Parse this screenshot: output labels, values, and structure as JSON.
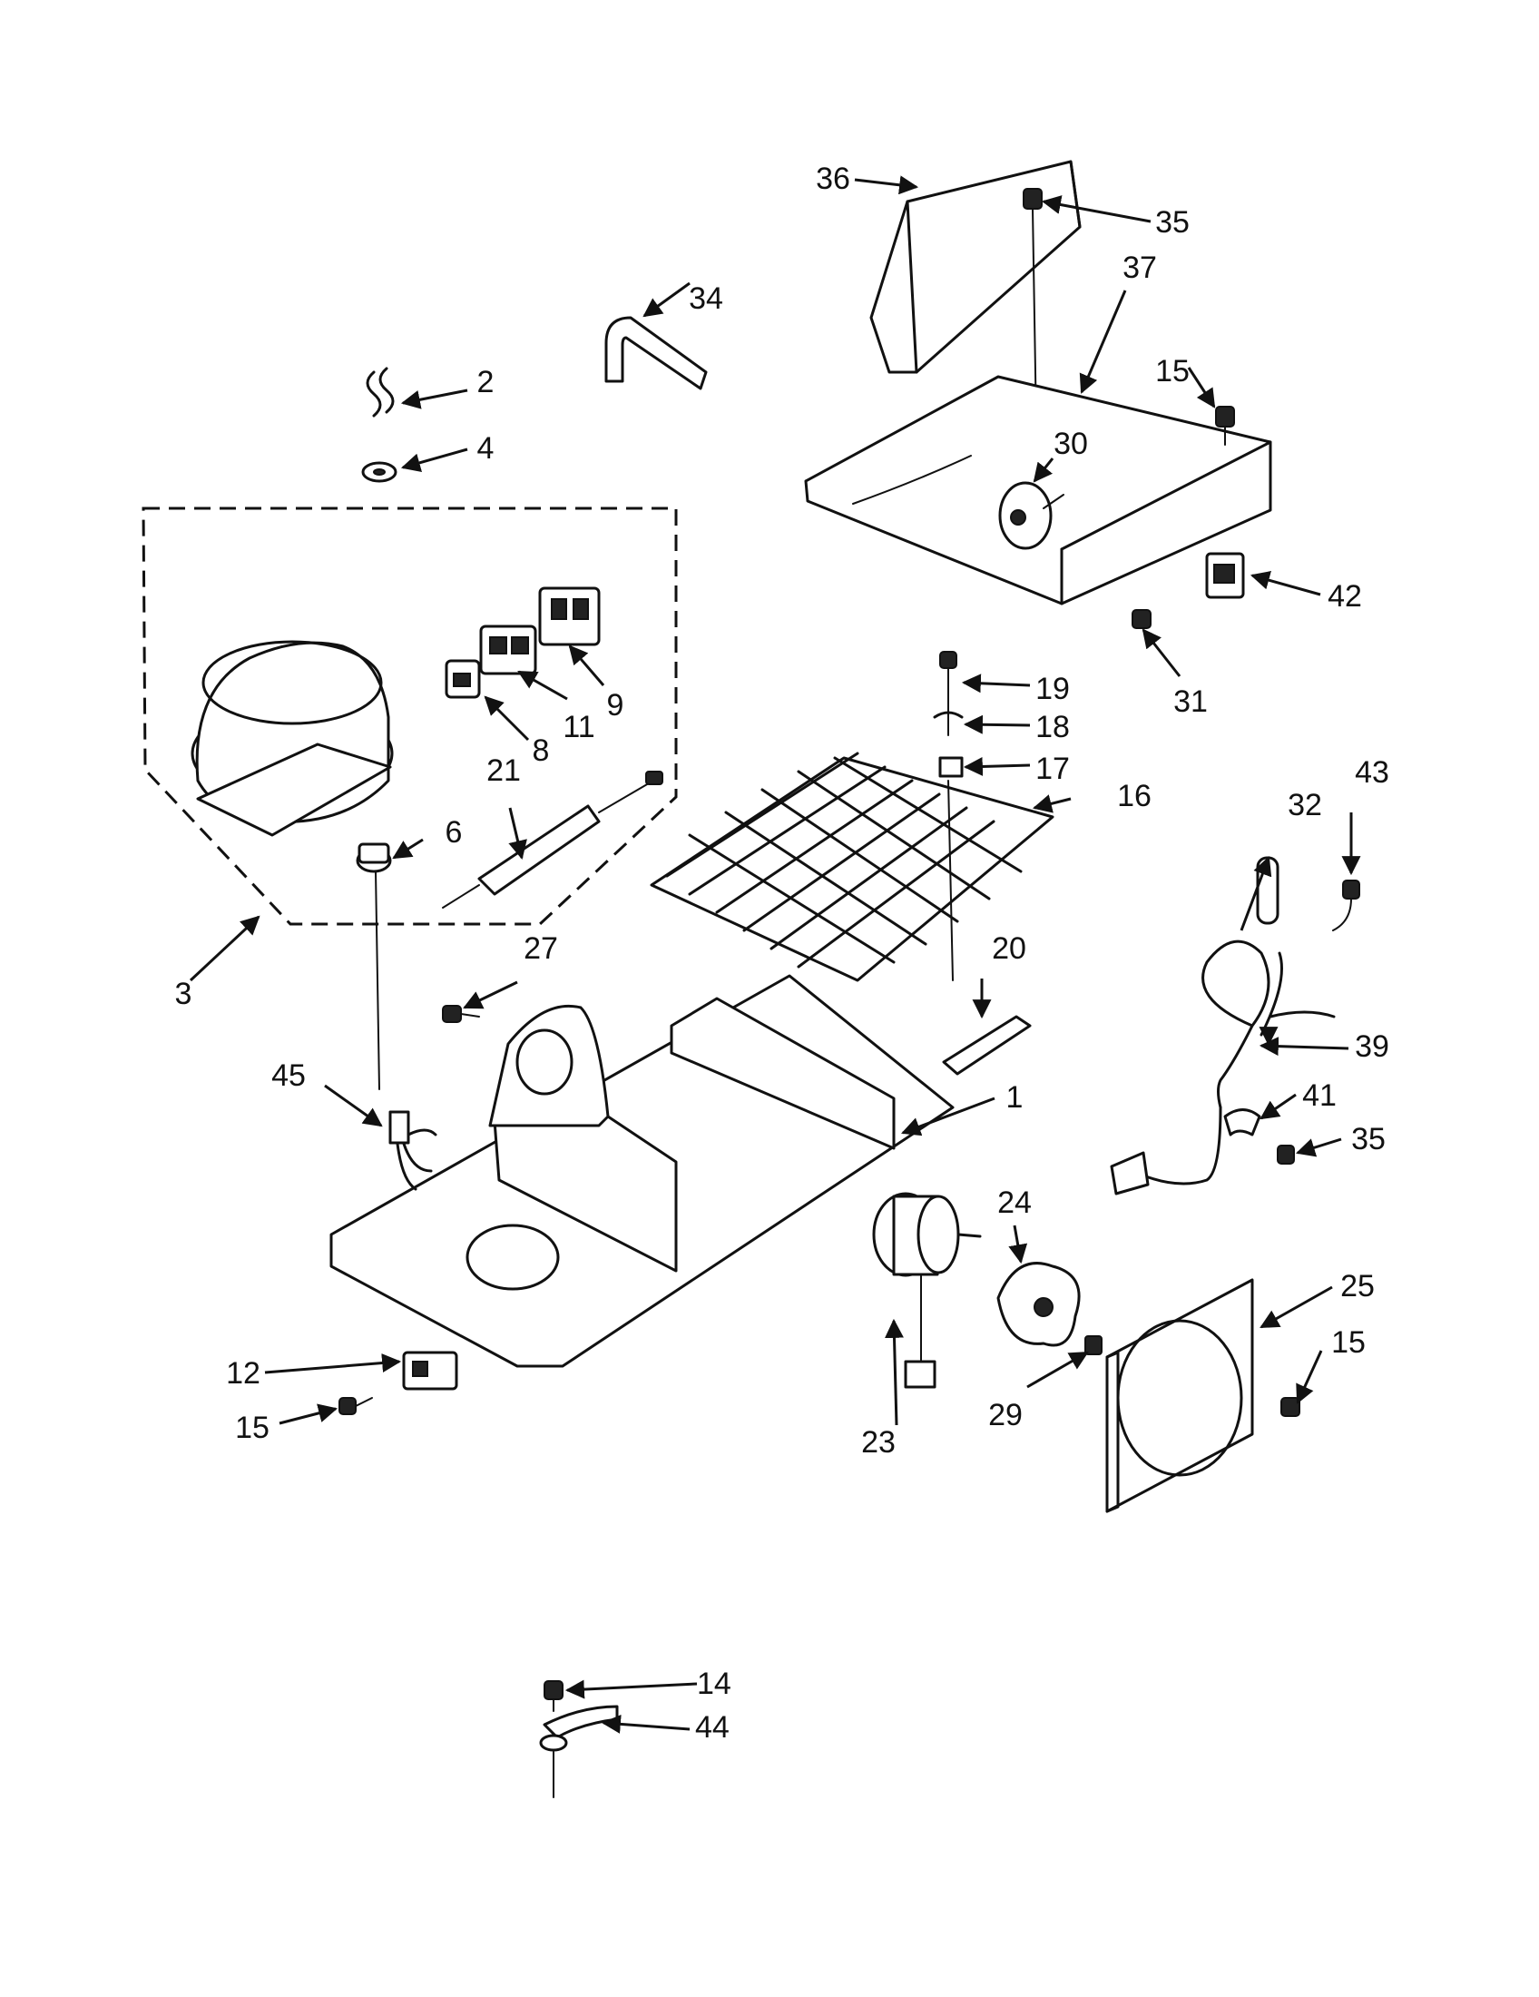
{
  "callouts": {
    "c1": "1",
    "c2": "2",
    "c3": "3",
    "c4": "4",
    "c6": "6",
    "c8": "8",
    "c9": "9",
    "c11": "11",
    "c12": "12",
    "c14": "14",
    "c15a": "15",
    "c15b": "15",
    "c15c": "15",
    "c16": "16",
    "c17": "17",
    "c18": "18",
    "c19": "19",
    "c20": "20",
    "c21": "21",
    "c23": "23",
    "c24": "24",
    "c25": "25",
    "c27": "27",
    "c29": "29",
    "c30": "30",
    "c31": "31",
    "c32": "32",
    "c34": "34",
    "c35a": "35",
    "c35b": "35",
    "c36": "36",
    "c37": "37",
    "c39": "39",
    "c41": "41",
    "c42": "42",
    "c43": "43",
    "c44": "44",
    "c45": "45"
  }
}
